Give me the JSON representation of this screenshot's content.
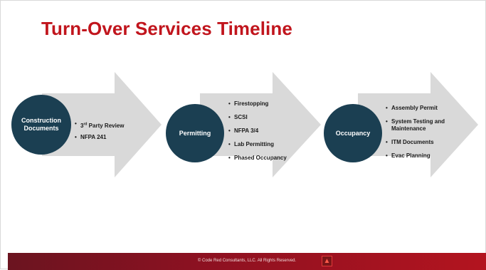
{
  "title": "Turn-Over Services Timeline",
  "stages": [
    {
      "circle_lines": [
        "Construction",
        "Documents"
      ],
      "items": [
        "3rd Party Review",
        "NFPA 241"
      ]
    },
    {
      "circle_lines": [
        "Permitting"
      ],
      "items": [
        "Firestopping",
        "SCSI",
        "NFPA 3/4",
        "Lab Permitting",
        "Phased Occupancy"
      ]
    },
    {
      "circle_lines": [
        "Occupancy"
      ],
      "items": [
        "Assembly Permit",
        "System Testing and Maintenance",
        "ITM Documents",
        "Evac Planning"
      ]
    }
  ],
  "footer": {
    "text": "© Code Red Consultants, LLC. All Rights Reserved.",
    "logo_icon": "flame-logo-icon"
  },
  "colors": {
    "title": "#c1151d",
    "arrow": "#d9d9d9",
    "circle": "#1b3f52",
    "footer": "#8c1121"
  }
}
